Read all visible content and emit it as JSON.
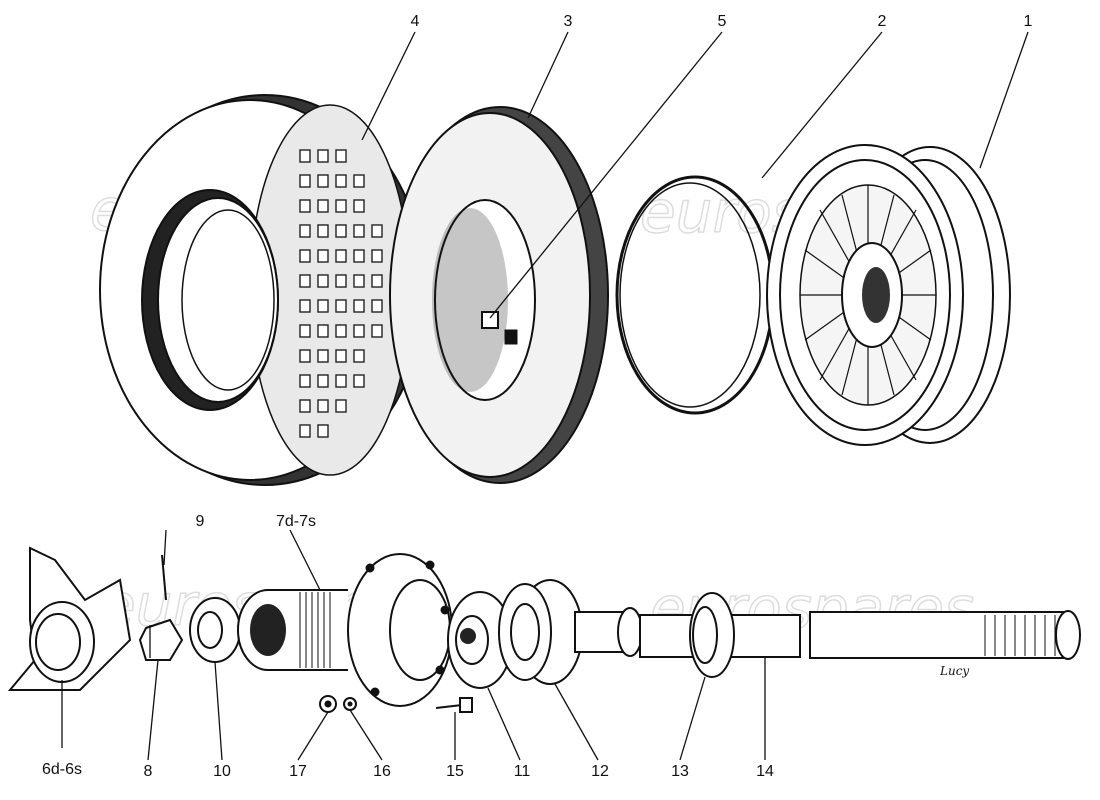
{
  "watermark": "eurospares",
  "signature": "Lucy",
  "callouts": [
    {
      "id": "1",
      "label": "1"
    },
    {
      "id": "2",
      "label": "2"
    },
    {
      "id": "3",
      "label": "3"
    },
    {
      "id": "4",
      "label": "4"
    },
    {
      "id": "5",
      "label": "5"
    },
    {
      "id": "9",
      "label": "9"
    },
    {
      "id": "7d-7s",
      "label": "7d-7s"
    },
    {
      "id": "6d-6s",
      "label": "6d-6s"
    },
    {
      "id": "8",
      "label": "8"
    },
    {
      "id": "10",
      "label": "10"
    },
    {
      "id": "17",
      "label": "17"
    },
    {
      "id": "16",
      "label": "16"
    },
    {
      "id": "15",
      "label": "15"
    },
    {
      "id": "11",
      "label": "11"
    },
    {
      "id": "12",
      "label": "12"
    },
    {
      "id": "13",
      "label": "13"
    },
    {
      "id": "14",
      "label": "14"
    }
  ]
}
